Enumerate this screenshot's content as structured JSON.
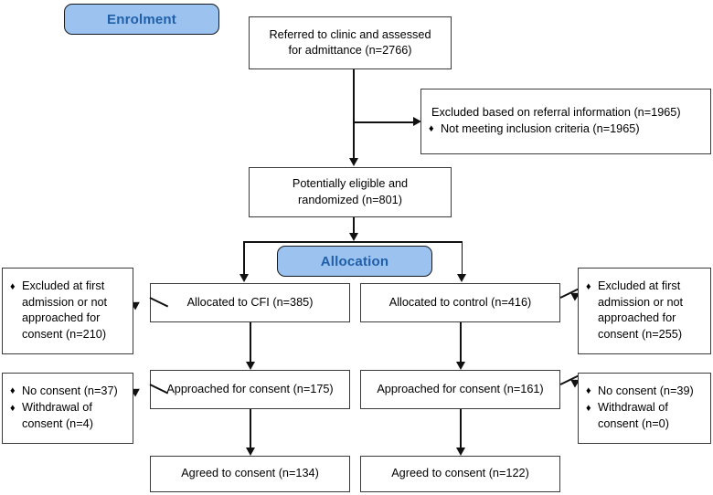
{
  "phases": {
    "enrolment": {
      "label": "Enrolment"
    },
    "allocation": {
      "label": "Allocation"
    }
  },
  "nodes": {
    "referred": {
      "line1": "Referred to clinic and assessed",
      "line2": "for admittance (n=2766)"
    },
    "excluded_referral": {
      "header": "Excluded based on referral information (n=1965)",
      "bullet1_marker": "♦",
      "bullet1": "Not meeting inclusion criteria (n=1965)"
    },
    "randomized": {
      "line1": "Potentially eligible and",
      "line2": "randomized (n=801)"
    },
    "allocated_cfi": {
      "label": "Allocated to CFI (n=385)"
    },
    "allocated_control": {
      "label": "Allocated to control (n=416)"
    },
    "excluded_left": {
      "bullet_marker": "♦",
      "line1": "Excluded at first",
      "line2": "admission or not",
      "line3": "approached for",
      "line4": "consent (n=210)"
    },
    "excluded_right": {
      "bullet_marker": "♦",
      "line1": "Excluded at first",
      "line2": "admission or not",
      "line3": "approached for",
      "line4": "consent (n=255)"
    },
    "approached_cfi": {
      "label": "Approached for consent (n=175)"
    },
    "approached_control": {
      "label": "Approached for consent (n=161)"
    },
    "noconsent_left": {
      "b1_marker": "♦",
      "b1_line1": "No consent (n=37)",
      "b2_marker": "♦",
      "b2_line1": "Withdrawal of",
      "b2_line2": "consent (n=4)"
    },
    "noconsent_right": {
      "b1_marker": "♦",
      "b1_line1": "No consent (n=39)",
      "b2_marker": "♦",
      "b2_line1": "Withdrawal of",
      "b2_line2": "consent (n=0)"
    },
    "agreed_cfi": {
      "label": "Agreed to consent (n=134)"
    },
    "agreed_control": {
      "label": "Agreed to consent (n=122)"
    }
  },
  "colors": {
    "pill_fill": "#9cc3f0",
    "pill_text": "#1f5fa8",
    "box_border": "#3a3a3a",
    "connector": "#111111",
    "background": "#ffffff"
  }
}
